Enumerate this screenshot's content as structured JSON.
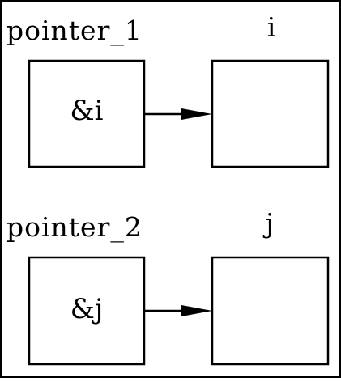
{
  "diagram": {
    "rows": [
      {
        "pointer_label": "pointer_1",
        "pointer_value": "&i",
        "target_label": "i",
        "target_value": ""
      },
      {
        "pointer_label": "pointer_2",
        "pointer_value": "&j",
        "target_label": "j",
        "target_value": ""
      }
    ]
  }
}
